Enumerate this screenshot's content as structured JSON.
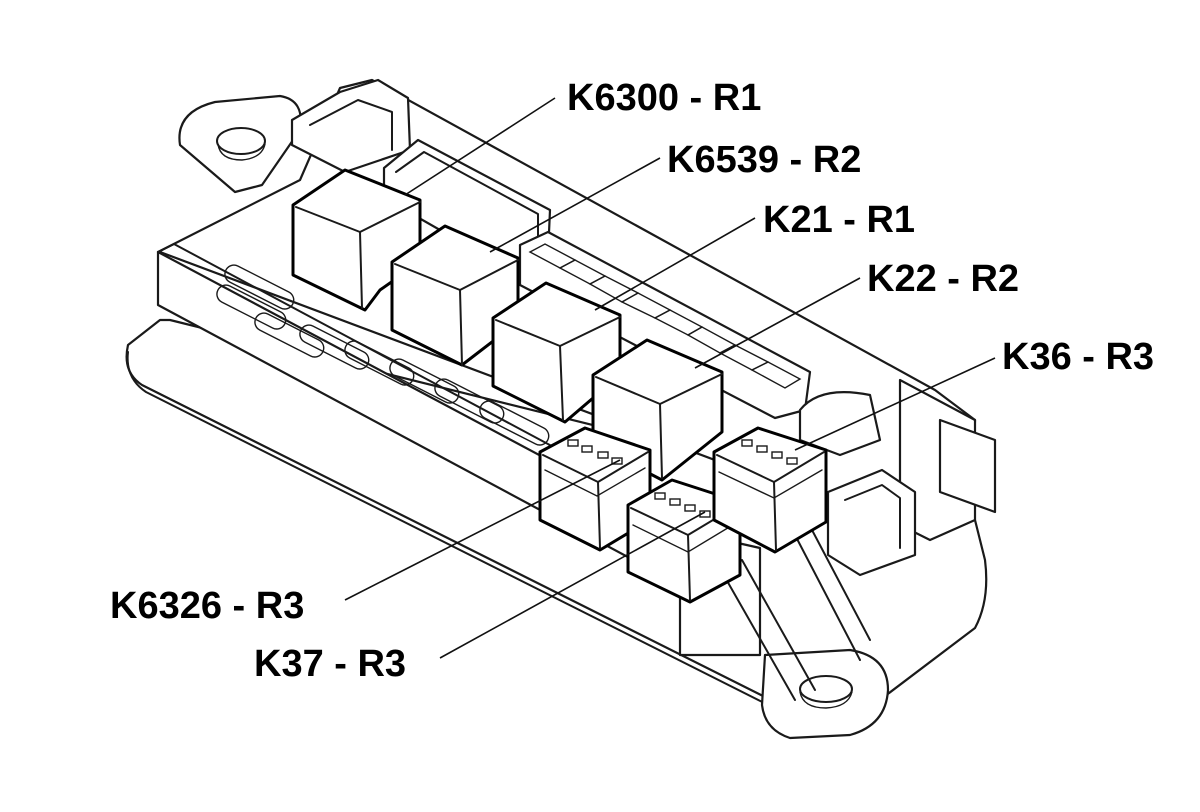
{
  "callouts": [
    {
      "id": "k6300",
      "text": "K6300 - R1"
    },
    {
      "id": "k6539",
      "text": "K6539 - R2"
    },
    {
      "id": "k21",
      "text": "K21 - R1"
    },
    {
      "id": "k22",
      "text": "K22 - R2"
    },
    {
      "id": "k36",
      "text": "K36 - R3"
    },
    {
      "id": "k6326",
      "text": "K6326 - R3"
    },
    {
      "id": "k37",
      "text": "K37 - R3"
    }
  ],
  "colors": {
    "line": "#1a1a1a",
    "background": "#ffffff",
    "text": "#000000"
  }
}
